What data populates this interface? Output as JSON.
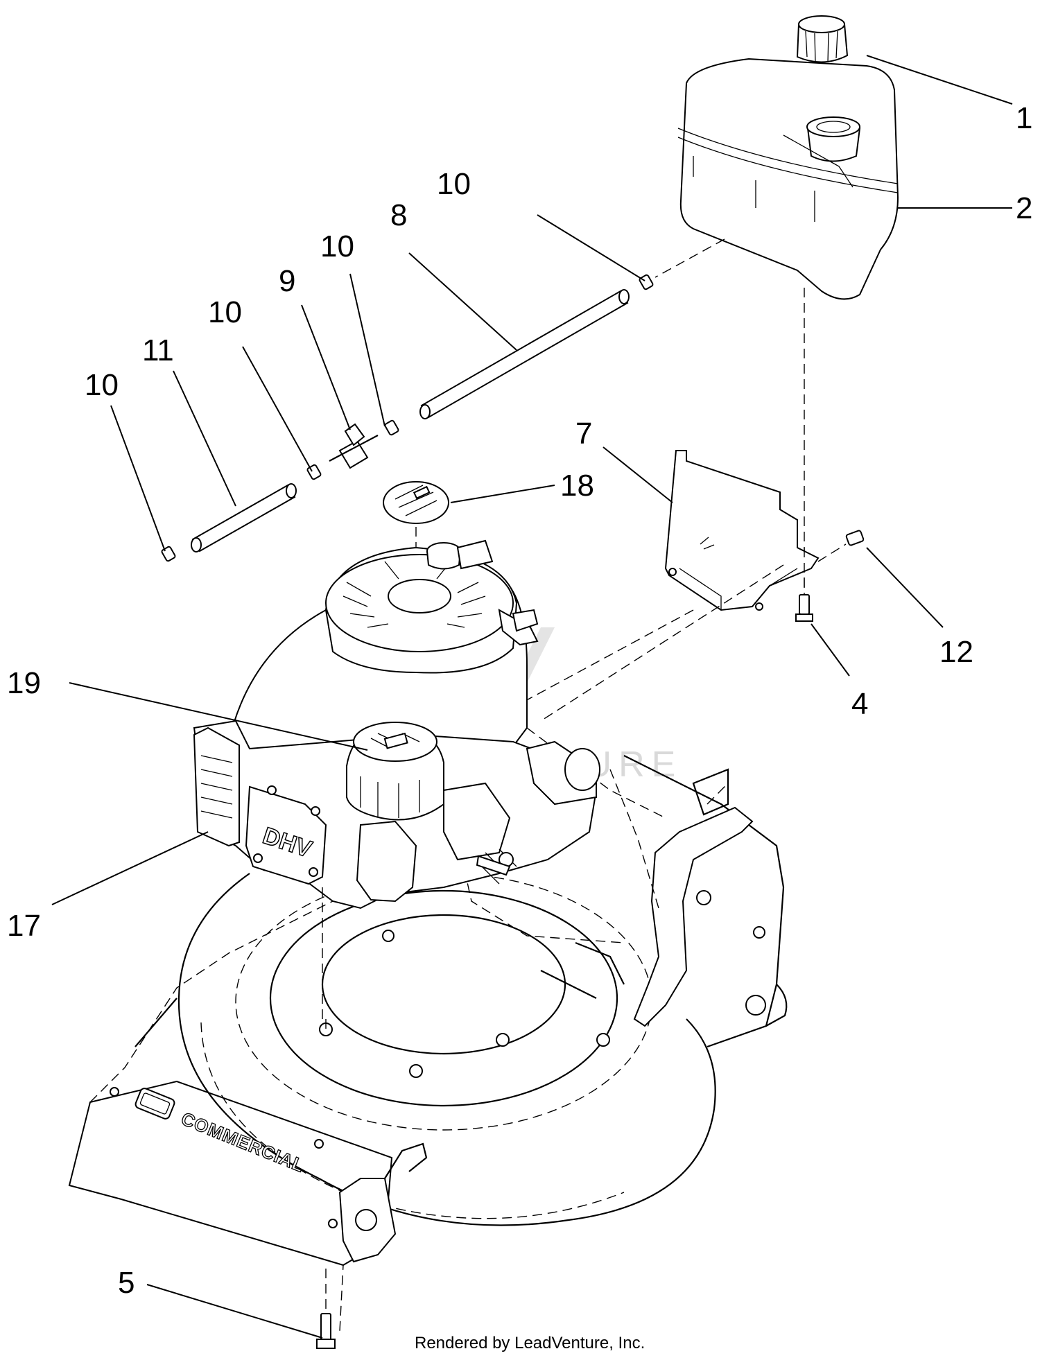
{
  "callouts": [
    {
      "id": "c1",
      "label": "1"
    },
    {
      "id": "c2",
      "label": "2"
    },
    {
      "id": "c10a",
      "label": "10"
    },
    {
      "id": "c8",
      "label": "8"
    },
    {
      "id": "c10b",
      "label": "10"
    },
    {
      "id": "c9",
      "label": "9"
    },
    {
      "id": "c10c",
      "label": "10"
    },
    {
      "id": "c11",
      "label": "11"
    },
    {
      "id": "c10d",
      "label": "10"
    },
    {
      "id": "c7",
      "label": "7"
    },
    {
      "id": "c18",
      "label": "18"
    },
    {
      "id": "c12",
      "label": "12"
    },
    {
      "id": "c4",
      "label": "4"
    },
    {
      "id": "c19",
      "label": "19"
    },
    {
      "id": "c17",
      "label": "17"
    },
    {
      "id": "c5",
      "label": "5"
    }
  ],
  "engine_label": "DHV",
  "brand_text": "COMMERCIAL",
  "watermark": "LEADVENTURE",
  "credit": "Rendered by LeadVenture, Inc."
}
